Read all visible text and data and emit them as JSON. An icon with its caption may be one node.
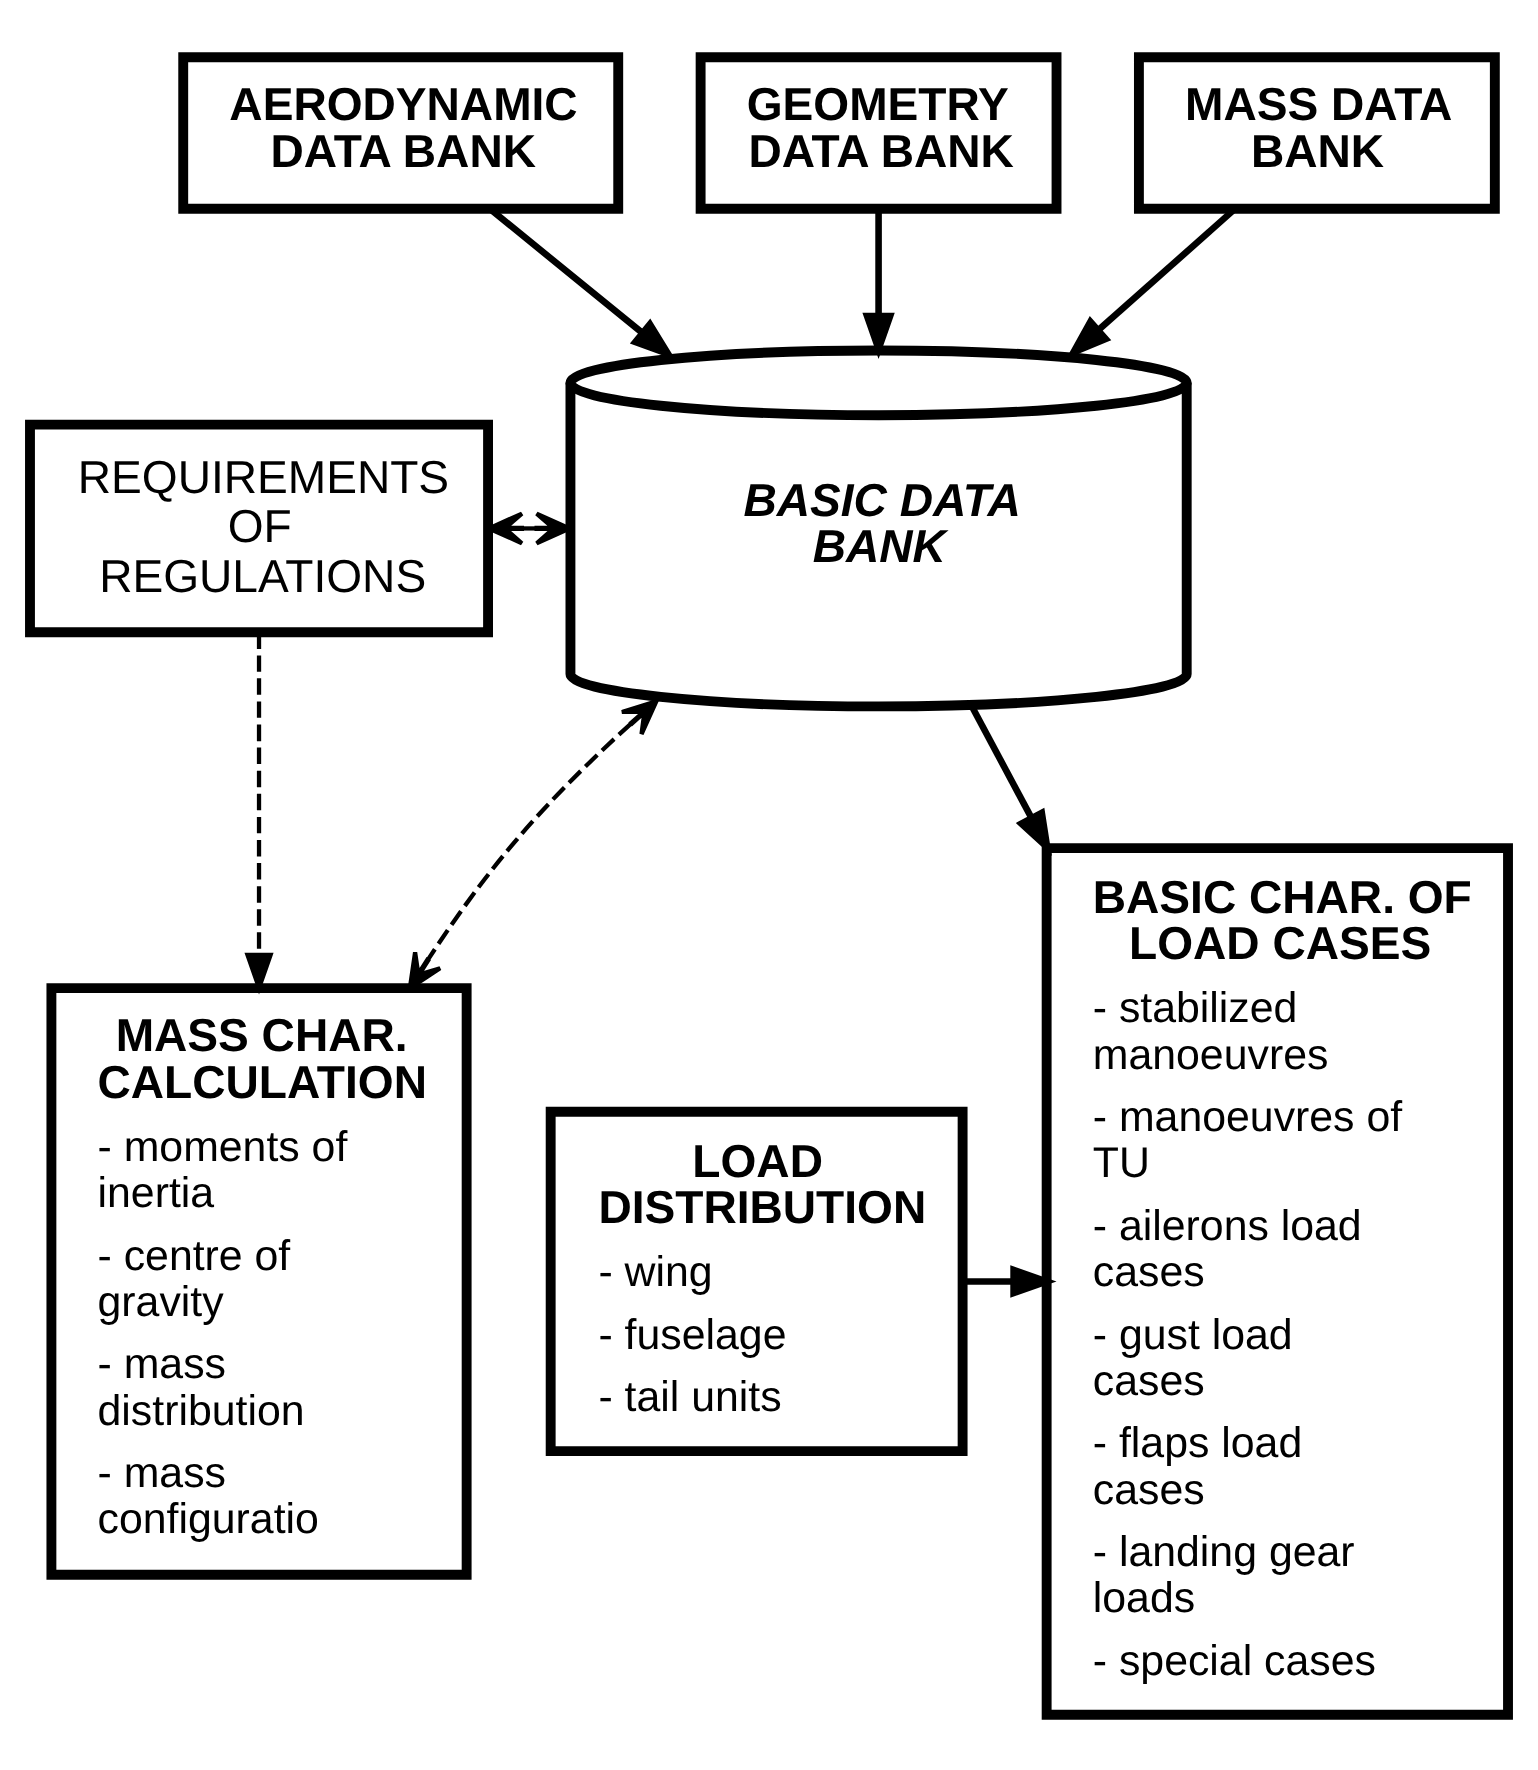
{
  "diagram": {
    "nodes": [
      {
        "text": [
          "AERODYNAMIC DATA BANK"
        ]
      },
      {
        "text": [
          "GEOMETRY DATA BANK"
        ]
      },
      {
        "text": [
          "MASS DATA BANK"
        ]
      },
      {
        "text": [
          "REQUIREMENTS OF REGULATIONS"
        ]
      },
      {
        "text": [
          "BASIC DATA BANK"
        ]
      },
      {
        "text": [
          "MASS CHAR. CALCULATION",
          "- moments of inertia",
          "- centre of gravity",
          "- mass distribution",
          "- mass configuratio"
        ]
      },
      {
        "text": [
          "BASIC CHAR. OF LOAD CASES",
          "- stabilized manoeuvres",
          "- manoeuvres of TU",
          "- ailerons load cases",
          "- gust load cases",
          "- flaps load cases",
          "- landing gear loads",
          "- special cases"
        ]
      },
      {
        "text": [
          "LOAD DISTRIBUTION",
          "- wing",
          "- fuselage",
          "- tail units"
        ]
      }
    ],
    "edges": [
      {
        "from": 0,
        "to": 4,
        "arrow": "to"
      },
      {
        "from": 1,
        "to": 4,
        "arrow": "to"
      },
      {
        "from": 2,
        "to": 4,
        "arrow": "to"
      },
      {
        "from": 3,
        "to": 4,
        "arrow": "both",
        "style": "dashed"
      },
      {
        "from": 3,
        "to": 5,
        "arrow": "to",
        "style": "dashed"
      },
      {
        "from": 4,
        "to": 5,
        "arrow": "both",
        "style": "dashed"
      },
      {
        "from": 4,
        "to": 6,
        "arrow": "to"
      },
      {
        "from": 7,
        "to": 6,
        "arrow": "to"
      }
    ]
  }
}
